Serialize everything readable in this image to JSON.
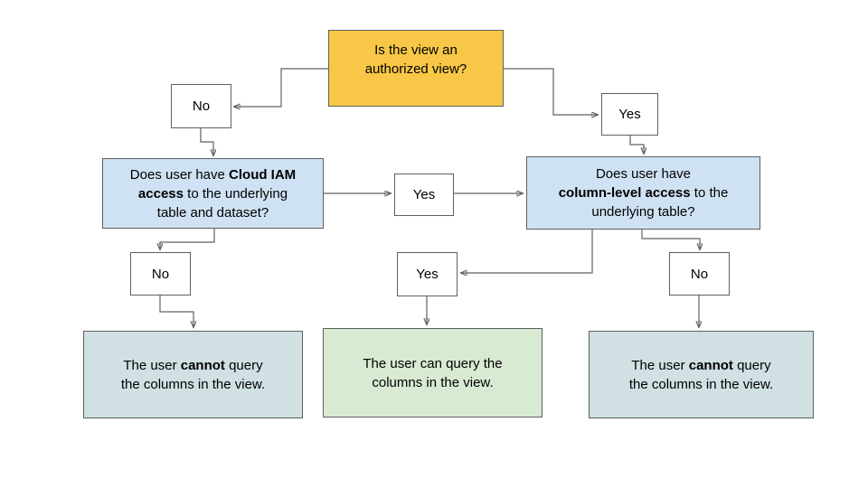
{
  "colors": {
    "background": "#ffffff",
    "decision_fill": "#F8C747",
    "question_fill": "#CFE2F3",
    "success_fill": "#D9EAD3",
    "failure_fill": "#D0E0E3",
    "small_box_fill": "#ffffff",
    "border": "#5f5f5f",
    "connector": "#616161",
    "text": "#000000"
  },
  "nodes": {
    "root": {
      "role": "decision",
      "lines": [
        [
          {
            "t": "Is the view an"
          }
        ],
        [
          {
            "t": "authorized view?"
          }
        ]
      ]
    },
    "no1": {
      "role": "branch-label",
      "lines": [
        [
          {
            "t": "No"
          }
        ]
      ]
    },
    "yes1": {
      "role": "branch-label",
      "lines": [
        [
          {
            "t": "Yes"
          }
        ]
      ]
    },
    "left_question": {
      "role": "decision",
      "lines": [
        [
          {
            "t": "Does user have "
          },
          {
            "t": "Cloud IAM",
            "b": true
          }
        ],
        [
          {
            "t": "access",
            "b": true
          },
          {
            "t": " to the underlying"
          }
        ],
        [
          {
            "t": "table and dataset?"
          }
        ]
      ]
    },
    "mid_yes": {
      "role": "branch-label",
      "lines": [
        [
          {
            "t": "Yes"
          }
        ]
      ]
    },
    "right_question": {
      "role": "decision",
      "lines": [
        [
          {
            "t": "Does user have"
          }
        ],
        [
          {
            "t": "column-level access",
            "b": true
          },
          {
            "t": " to the"
          }
        ],
        [
          {
            "t": "underlying table?"
          }
        ]
      ]
    },
    "no2": {
      "role": "branch-label",
      "lines": [
        [
          {
            "t": "No"
          }
        ]
      ]
    },
    "yes3": {
      "role": "branch-label",
      "lines": [
        [
          {
            "t": "Yes"
          }
        ]
      ]
    },
    "no3": {
      "role": "branch-label",
      "lines": [
        [
          {
            "t": "No"
          }
        ]
      ]
    },
    "result_left": {
      "role": "outcome-negative",
      "lines": [
        [
          {
            "t": "The user "
          },
          {
            "t": "cannot",
            "b": true
          },
          {
            "t": " query"
          }
        ],
        [
          {
            "t": "the columns in the view."
          }
        ]
      ]
    },
    "result_mid": {
      "role": "outcome-positive",
      "lines": [
        [
          {
            "t": "The user can query the"
          }
        ],
        [
          {
            "t": "columns in the view."
          }
        ]
      ]
    },
    "result_right": {
      "role": "outcome-negative",
      "lines": [
        [
          {
            "t": "The user "
          },
          {
            "t": "cannot",
            "b": true
          },
          {
            "t": " query"
          }
        ],
        [
          {
            "t": "the columns in the view."
          }
        ]
      ]
    }
  },
  "edges": [
    {
      "from": "root",
      "to": "no1"
    },
    {
      "from": "root",
      "to": "yes1"
    },
    {
      "from": "no1",
      "to": "left_question"
    },
    {
      "from": "yes1",
      "to": "right_question"
    },
    {
      "from": "left_question",
      "to": "mid_yes"
    },
    {
      "from": "mid_yes",
      "to": "right_question"
    },
    {
      "from": "left_question",
      "to": "no2"
    },
    {
      "from": "no2",
      "to": "result_left"
    },
    {
      "from": "right_question",
      "to": "yes3"
    },
    {
      "from": "yes3",
      "to": "result_mid"
    },
    {
      "from": "right_question",
      "to": "no3"
    },
    {
      "from": "no3",
      "to": "result_right"
    }
  ]
}
